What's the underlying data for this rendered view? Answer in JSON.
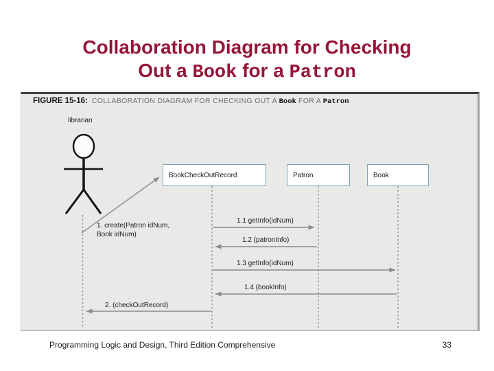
{
  "colors": {
    "title_maroon": "#951638",
    "panel_background": "#e9e9e7",
    "object_box_border": "#7ea2b4",
    "arrow_gray": "#8b8b8b",
    "caption_gray": "#6f6f6f"
  },
  "title": {
    "line1": "Collaboration Diagram for Checking",
    "line2_pre": "Out a ",
    "line2_mono1": "Book",
    "line2_mid": " for a ",
    "line2_mono2": "Patron"
  },
  "figure": {
    "caption_label": "FIGURE 15-16:",
    "caption_part1": "COLLABORATION DIAGRAM FOR CHECKING OUT A ",
    "caption_mono1": "Book",
    "caption_part2": " FOR A ",
    "caption_mono2": "Patron",
    "actor_label": "librarian",
    "objects": [
      {
        "label": "BookCheckOutRecord"
      },
      {
        "label": "Patron"
      },
      {
        "label": "Book"
      }
    ],
    "messages": [
      {
        "label_line1": "1. create(Patron idNum,",
        "label_line2": "Book idNum)"
      },
      {
        "label": "1.1 getInfo(idNum)"
      },
      {
        "label": "1.2 (patronInfo)"
      },
      {
        "label": "1.3 getInfo(idNum)"
      },
      {
        "label": "1.4 (bookInfo)"
      },
      {
        "label": "2. (checkOutRecord)"
      }
    ]
  },
  "footer": {
    "text": "Programming Logic and Design, Third Edition Comprehensive",
    "page_number": "33"
  }
}
